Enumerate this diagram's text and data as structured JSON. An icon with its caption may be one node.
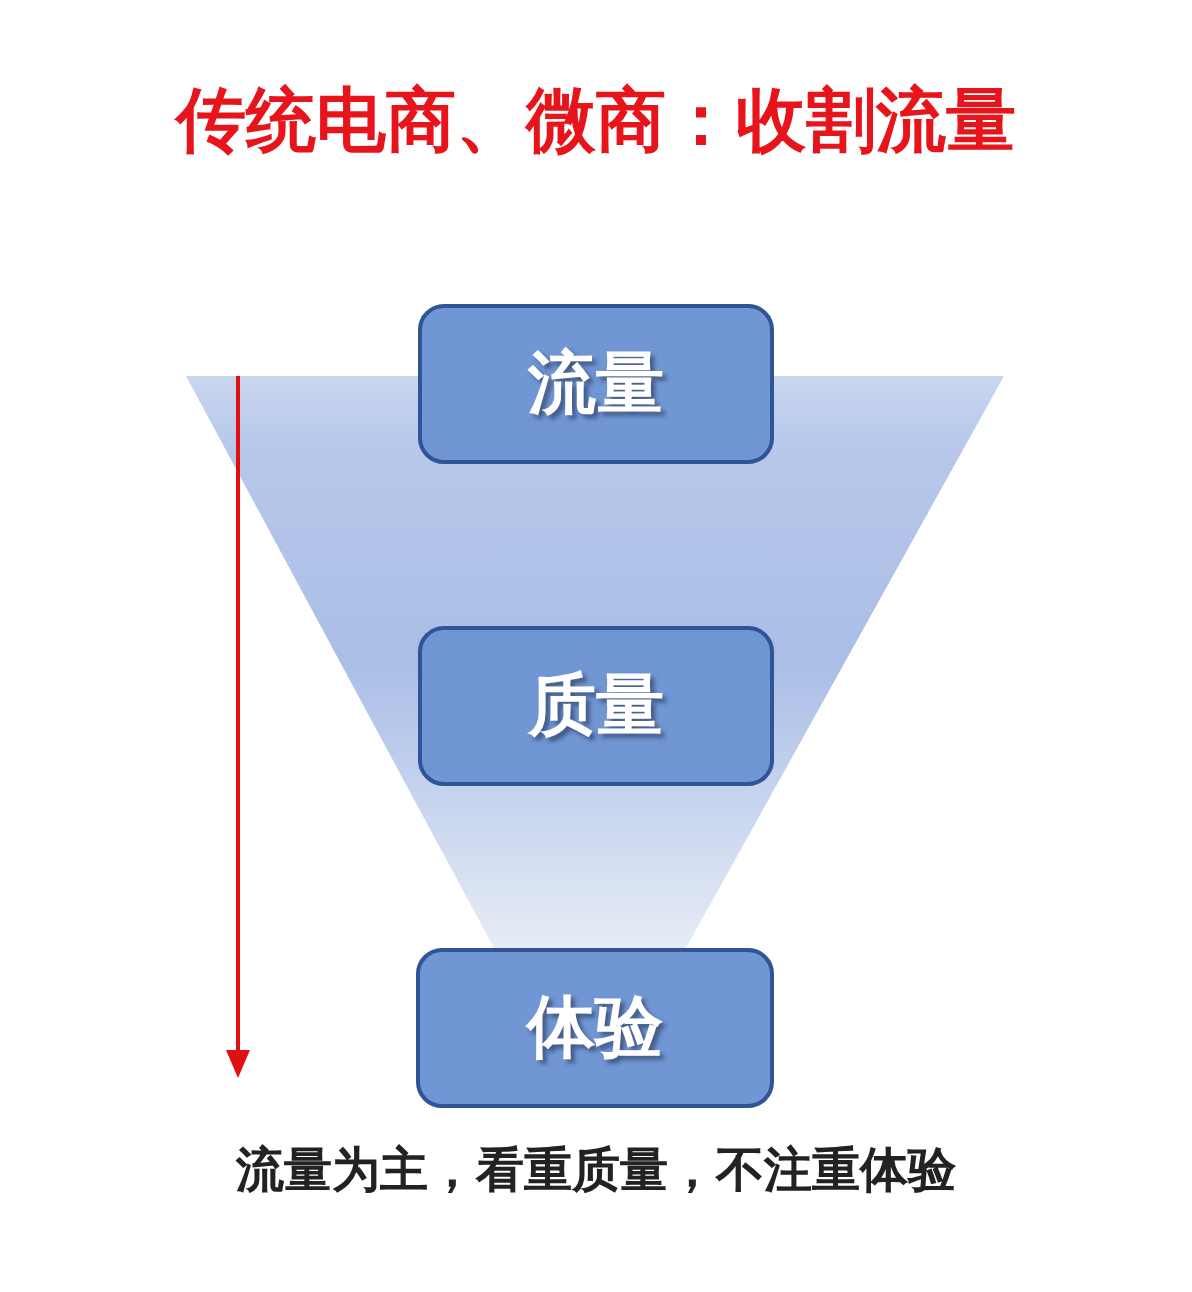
{
  "diagram": {
    "title": "传统电商、微商：收割流量",
    "caption": "流量为主，看重质量，不注重体验",
    "nodes": [
      {
        "text": [
          "流量"
        ]
      },
      {
        "text": [
          "质量"
        ]
      },
      {
        "text": [
          "体验"
        ]
      }
    ]
  }
}
